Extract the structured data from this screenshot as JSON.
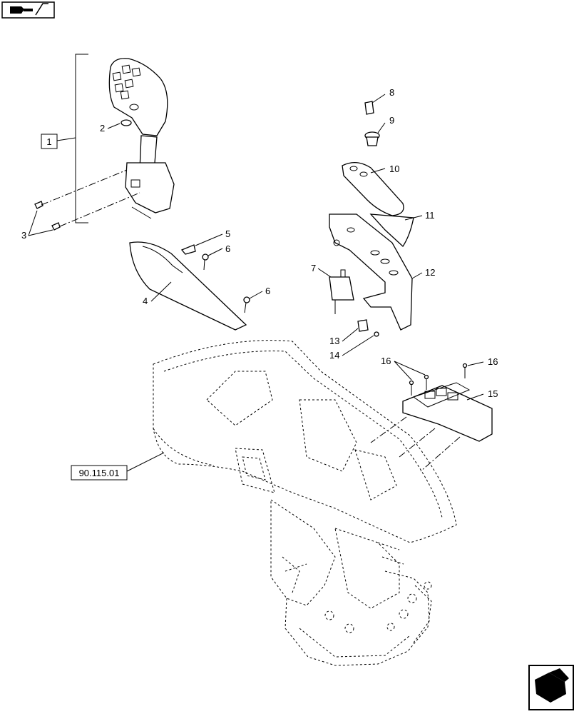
{
  "nav": {
    "top_icon": "book-pointing-hand-icon",
    "bottom_icon": "arrow-right-icon"
  },
  "callouts": {
    "c1": "1",
    "c2": "2",
    "c3": "3",
    "c4": "4",
    "c5": "5",
    "c6a": "6",
    "c6b": "6",
    "c7": "7",
    "c8": "8",
    "c9": "9",
    "c10": "10",
    "c11": "11",
    "c12": "12",
    "c13": "13",
    "c14": "14",
    "c15": "15",
    "c16a": "16",
    "c16b": "16"
  },
  "reference": "90.115.01"
}
